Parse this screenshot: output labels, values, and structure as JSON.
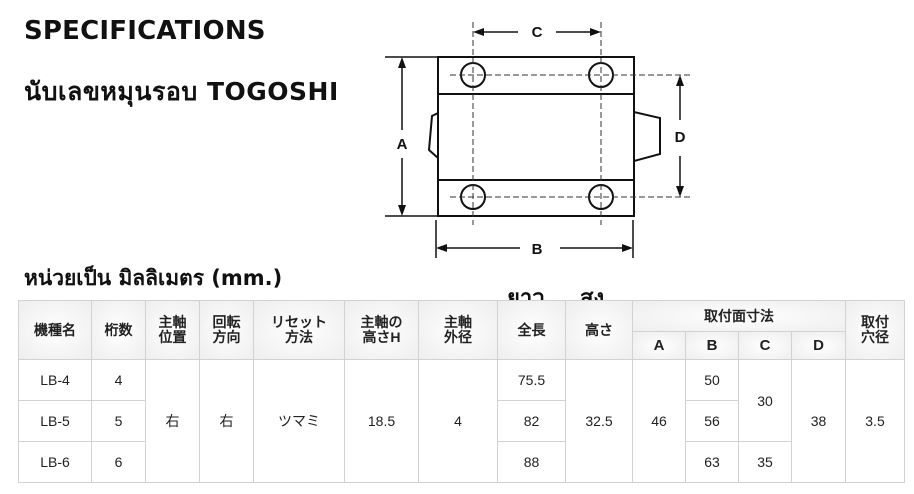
{
  "header": {
    "title": "SPECIFICATIONS",
    "subtitle": "นับเลขหมุนรอบ TOGOSHI"
  },
  "diagram": {
    "labels": {
      "a": "A",
      "b": "B",
      "c": "C",
      "d": "D"
    }
  },
  "unit_note": "หน่วยเป็น มิลลิเมตร (mm.)",
  "annotations": {
    "length": "ยาว",
    "height": "สูง"
  },
  "table": {
    "headers": {
      "model": "機種名",
      "digits": "桁数",
      "shaft_pos_1": "主軸",
      "shaft_pos_2": "位置",
      "rotation_1": "回転",
      "rotation_2": "方向",
      "reset_1": "リセット",
      "reset_2": "方法",
      "shaft_height_1": "主軸の",
      "shaft_height_2": "高さH",
      "shaft_dia_1": "主軸",
      "shaft_dia_2": "外径",
      "total_length": "全長",
      "height": "高さ",
      "mount_dims": "取付面寸法",
      "dim_a": "A",
      "dim_b": "B",
      "dim_c": "C",
      "dim_d": "D",
      "hole_1": "取付",
      "hole_2": "穴径"
    },
    "rows": [
      {
        "model": "LB-4",
        "digits": "4",
        "total_length": "75.5",
        "b": "50"
      },
      {
        "model": "LB-5",
        "digits": "5",
        "total_length": "82",
        "b": "56"
      },
      {
        "model": "LB-6",
        "digits": "6",
        "total_length": "88",
        "b": "63"
      }
    ],
    "shared": {
      "shaft_position": "右",
      "rotation": "右",
      "reset_method": "ツマミ",
      "shaft_height": "18.5",
      "shaft_diameter": "4",
      "height": "32.5",
      "a": "46",
      "c_45": "30",
      "c_6": "35",
      "d": "38",
      "hole_diameter": "3.5"
    }
  }
}
